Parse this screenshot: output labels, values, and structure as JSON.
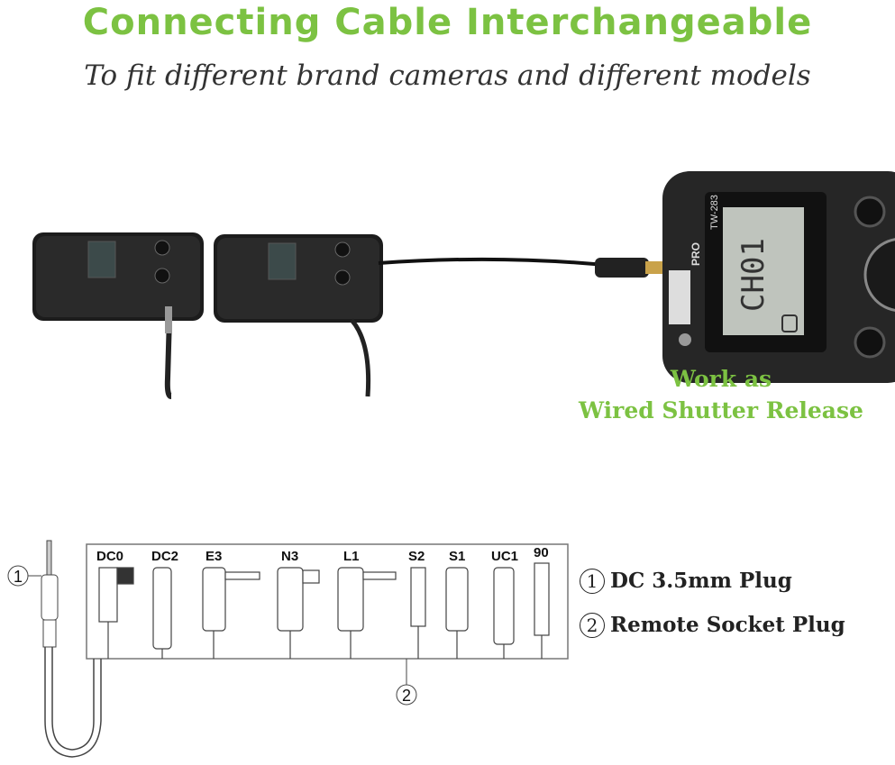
{
  "title": "Connecting Cable Interchangeable",
  "subtitle": "To fit different brand cameras and different models",
  "callout": {
    "line1": "Work as",
    "line2": "Wired Shutter Release"
  },
  "device": {
    "model": "TW-283",
    "brand": "PRO",
    "display": "CH01"
  },
  "connectors": [
    "DC0",
    "DC2",
    "E3",
    "N3",
    "L1",
    "S2",
    "S1",
    "UC1",
    "90"
  ],
  "markers": {
    "plug": "1",
    "socket": "2"
  },
  "legend": [
    {
      "num": "1",
      "label": "DC 3.5mm Plug"
    },
    {
      "num": "2",
      "label": "Remote Socket Plug"
    }
  ],
  "colors": {
    "accent": "#7cc242"
  }
}
